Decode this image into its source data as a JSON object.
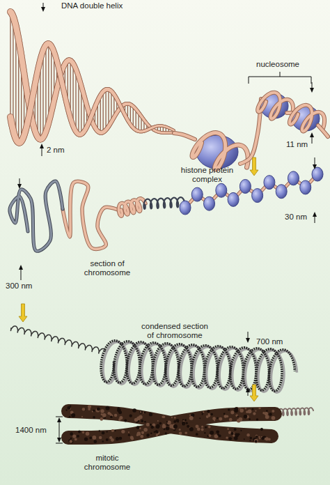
{
  "diagram": {
    "labels": [
      "DNA double helix",
      "nucleosome",
      "11 nm",
      "2 nm",
      "histone protein complex",
      "30 nm",
      "section of chromosome",
      "300 nm",
      "condensed section of chromosome",
      "700 nm",
      "1400 nm",
      "mitotic chromosome"
    ]
  }
}
